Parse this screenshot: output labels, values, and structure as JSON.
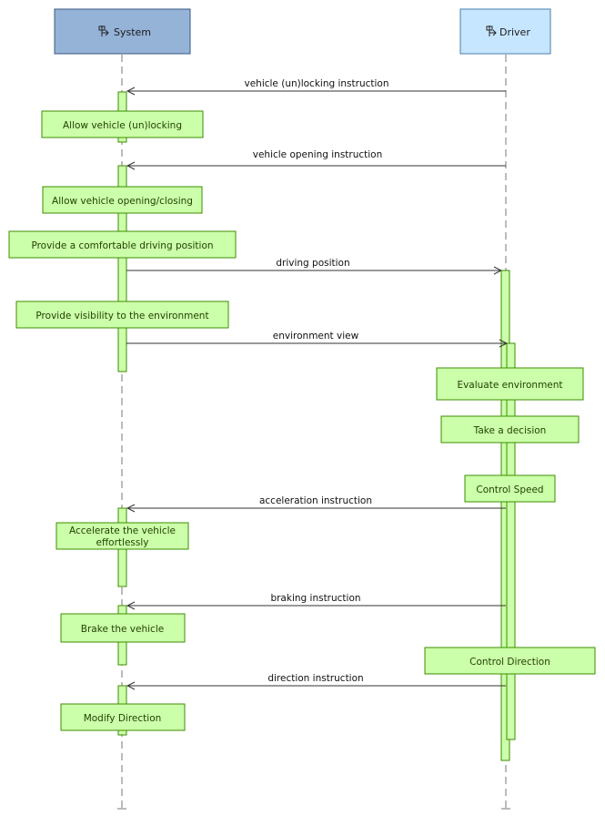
{
  "colors": {
    "system_head": "#95B3D7",
    "driver_head": "#C6E6FF",
    "function_box": "#CCFFAA",
    "function_border": "#3D8C00",
    "activation": "#CCFFAA",
    "line": "#333333"
  },
  "lifelines": [
    {
      "id": "system",
      "label": "System",
      "icon": "actor-component-icon"
    },
    {
      "id": "driver",
      "label": "Driver",
      "icon": "actor-component-icon"
    }
  ],
  "functions": [
    {
      "lifeline": "system",
      "lines": [
        "Allow vehicle (un)locking"
      ]
    },
    {
      "lifeline": "system",
      "lines": [
        "Allow vehicle opening/closing"
      ]
    },
    {
      "lifeline": "system",
      "lines": [
        "Provide a comfortable driving position"
      ]
    },
    {
      "lifeline": "system",
      "lines": [
        "Provide visibility to the environment"
      ]
    },
    {
      "lifeline": "driver",
      "lines": [
        "Evaluate environment"
      ]
    },
    {
      "lifeline": "driver",
      "lines": [
        "Take a decision"
      ]
    },
    {
      "lifeline": "driver",
      "lines": [
        "Control Speed"
      ]
    },
    {
      "lifeline": "system",
      "lines": [
        "Accelerate the vehicle",
        "effortlessly"
      ]
    },
    {
      "lifeline": "system",
      "lines": [
        "Brake the vehicle"
      ]
    },
    {
      "lifeline": "driver",
      "lines": [
        "Control Direction"
      ]
    },
    {
      "lifeline": "system",
      "lines": [
        "Modify Direction"
      ]
    }
  ],
  "messages": [
    {
      "from": "driver",
      "to": "system",
      "label": "vehicle (un)locking instruction"
    },
    {
      "from": "driver",
      "to": "system",
      "label": "vehicle opening instruction"
    },
    {
      "from": "system",
      "to": "driver",
      "label": "driving position"
    },
    {
      "from": "system",
      "to": "driver",
      "label": "environment view"
    },
    {
      "from": "driver",
      "to": "system",
      "label": "acceleration instruction"
    },
    {
      "from": "driver",
      "to": "system",
      "label": "braking instruction"
    },
    {
      "from": "driver",
      "to": "system",
      "label": "direction instruction"
    }
  ]
}
